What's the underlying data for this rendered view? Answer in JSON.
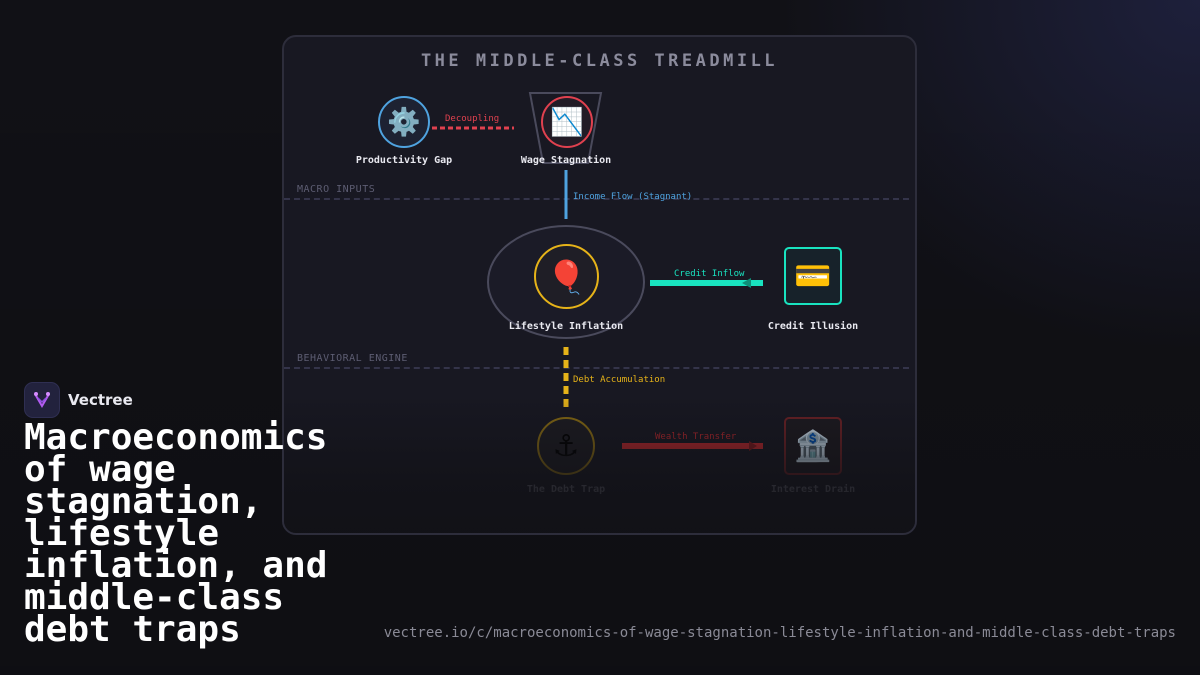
{
  "diagram": {
    "title": "THE MIDDLE-CLASS TREADMILL",
    "zones": [
      "MACRO INPUTS",
      "BEHAVIORAL ENGINE"
    ],
    "nodes": {
      "productivity_gap": {
        "label": "Productivity Gap",
        "icon": "gear-icon",
        "glyph": "⚙️"
      },
      "wage_stagnation": {
        "label": "Wage Stagnation",
        "icon": "chart-decreasing-icon",
        "glyph": "📉"
      },
      "lifestyle_inflation": {
        "label": "Lifestyle Inflation",
        "icon": "balloon-icon",
        "glyph": "🎈"
      },
      "credit_illusion": {
        "label": "Credit Illusion",
        "icon": "credit-card-icon",
        "glyph": "💳"
      },
      "debt_trap": {
        "label": "The Debt Trap",
        "icon": "anchor-icon",
        "glyph": "⚓"
      },
      "interest_drain": {
        "label": "Interest Drain",
        "icon": "bank-icon",
        "glyph": "🏦"
      }
    },
    "edges": {
      "decoupling": "Decoupling",
      "income_flow": "Income Flow (Stagnant)",
      "credit_inflow": "Credit Inflow",
      "debt_accumulation": "Debt Accumulation",
      "wealth_transfer": "Wealth Transfer"
    },
    "colors": {
      "decoupling": "#e0414f",
      "income_flow": "#4fa3e0",
      "credit_inflow": "#19e3c0",
      "debt_accumulation": "#e6b319",
      "wealth_transfer": "#b8282d"
    }
  },
  "brand": {
    "name": "Vectree",
    "icon": "vectree-logo-icon"
  },
  "headline": "Macroeconomics of wage stagnation, lifestyle inflation, and middle-class debt traps",
  "url": "vectree.io/c/macroeconomics-of-wage-stagnation-lifestyle-inflation-and-middle-class-debt-traps"
}
